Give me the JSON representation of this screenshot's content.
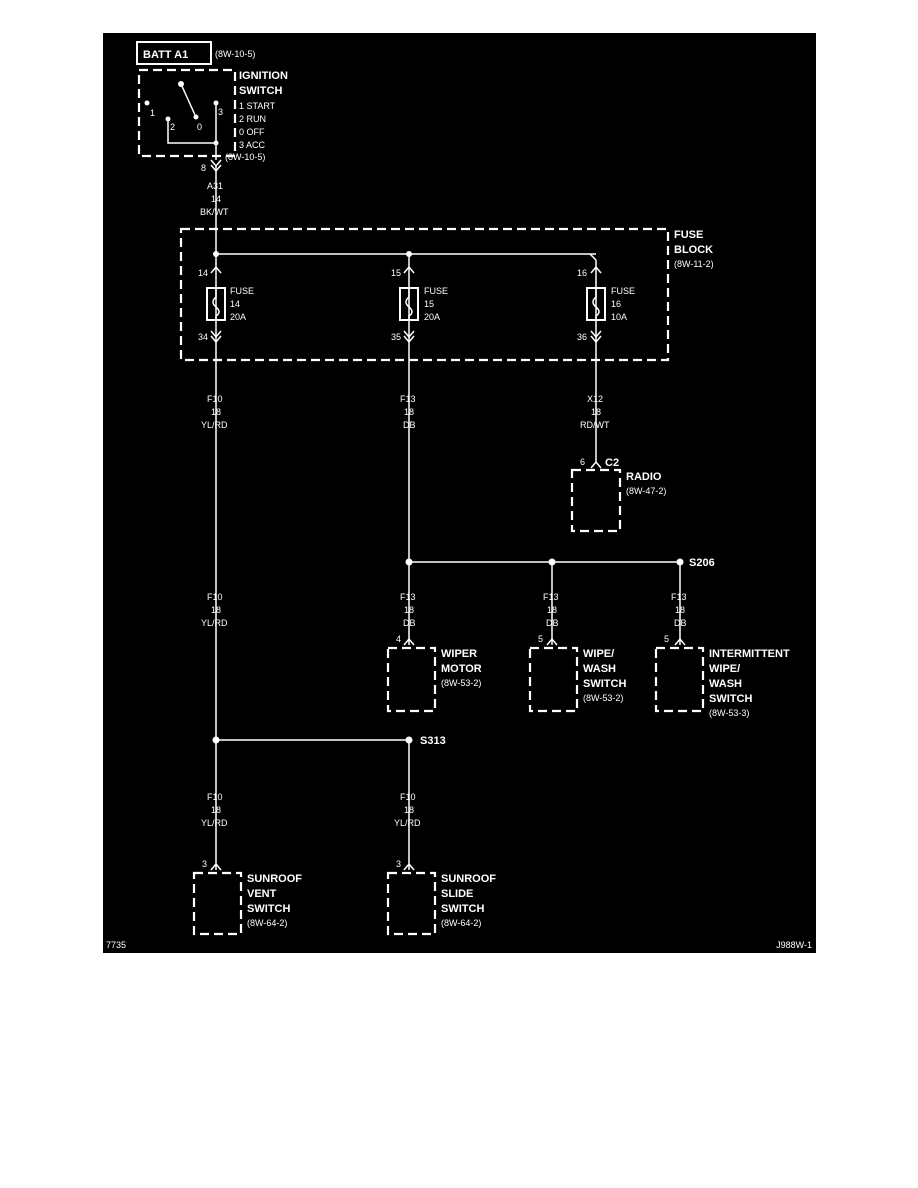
{
  "colors": {
    "background": "#000000",
    "ink": "#ffffff",
    "page": "#ffffff"
  },
  "battery_source": {
    "label": "BATT A1",
    "ref": "(8W-10-5)"
  },
  "ignition_switch": {
    "title_line1": "IGNITION",
    "title_line2": "SWITCH",
    "positions": [
      "1 START",
      "2 RUN",
      "0 OFF",
      "3 ACC"
    ],
    "terminal_labels": [
      "1",
      "2",
      "0",
      "3"
    ],
    "ref": "(8W-10-5)",
    "output_pin": "8"
  },
  "feed_wire": {
    "circuit": "A31",
    "gauge": "14",
    "color": "BK/WT"
  },
  "fuse_block": {
    "title_line1": "FUSE",
    "title_line2": "BLOCK",
    "ref": "(8W-11-2)",
    "fuses": [
      {
        "in_pin": "14",
        "out_pin": "34",
        "label": "FUSE",
        "number": "14",
        "rating": "20A"
      },
      {
        "in_pin": "15",
        "out_pin": "35",
        "label": "FUSE",
        "number": "15",
        "rating": "20A"
      },
      {
        "in_pin": "16",
        "out_pin": "36",
        "label": "FUSE",
        "number": "16",
        "rating": "10A"
      }
    ]
  },
  "wires": {
    "f10_top": {
      "circuit": "F10",
      "gauge": "18",
      "color": "YL/RD"
    },
    "f13_top": {
      "circuit": "F13",
      "gauge": "18",
      "color": "DB"
    },
    "x12": {
      "circuit": "X12",
      "gauge": "18",
      "color": "RD/WT"
    },
    "f10_mid": {
      "circuit": "F10",
      "gauge": "18",
      "color": "YL/RD"
    },
    "f13_wiper": {
      "circuit": "F13",
      "gauge": "18",
      "color": "DB"
    },
    "f13_wipe_wash": {
      "circuit": "F13",
      "gauge": "18",
      "color": "DB"
    },
    "f13_intermittent": {
      "circuit": "F13",
      "gauge": "18",
      "color": "DB"
    },
    "f10_vent": {
      "circuit": "F10",
      "gauge": "18",
      "color": "YL/RD"
    },
    "f10_slide": {
      "circuit": "F10",
      "gauge": "18",
      "color": "YL/RD"
    }
  },
  "radio": {
    "pin": "6",
    "connector": "C2",
    "title": "RADIO",
    "ref": "(8W-47-2)"
  },
  "splices": {
    "s206": "S206",
    "s313": "S313"
  },
  "components": {
    "wiper_motor": {
      "pin": "4",
      "lines": [
        "WIPER",
        "MOTOR"
      ],
      "ref": "(8W-53-2)"
    },
    "wipe_wash_switch": {
      "pin": "5",
      "lines": [
        "WIPE/",
        "WASH",
        "SWITCH"
      ],
      "ref": "(8W-53-2)"
    },
    "intermittent_switch": {
      "pin": "5",
      "lines": [
        "INTERMITTENT",
        "WIPE/",
        "WASH",
        "SWITCH"
      ],
      "ref": "(8W-53-3)"
    },
    "sunroof_vent_switch": {
      "pin": "3",
      "lines": [
        "SUNROOF",
        "VENT",
        "SWITCH"
      ],
      "ref": "(8W-64-2)"
    },
    "sunroof_slide_switch": {
      "pin": "3",
      "lines": [
        "SUNROOF",
        "SLIDE",
        "SWITCH"
      ],
      "ref": "(8W-64-2)"
    }
  },
  "footer": {
    "left": "7735",
    "right": "J988W-1"
  }
}
